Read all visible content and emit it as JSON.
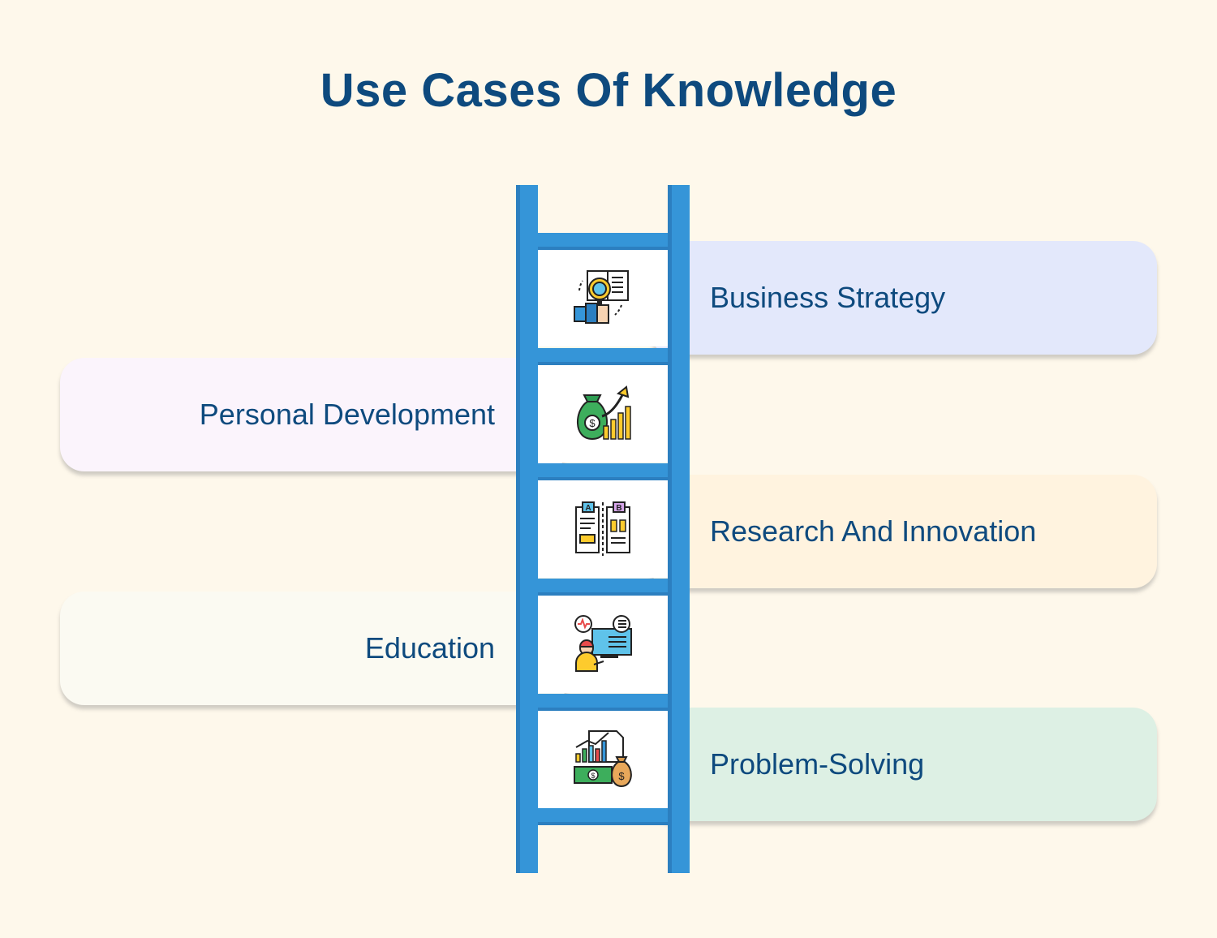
{
  "title": "Use Cases Of Knowledge",
  "colors": {
    "background": "#FEF8EB",
    "title": "#0E4A7E",
    "ladder": "#3595D8"
  },
  "items": [
    {
      "label": "Business Strategy",
      "side": "right",
      "color": "#E3E8FB",
      "icon": "research-magnifier-icon"
    },
    {
      "label": "Personal Development",
      "side": "left",
      "color": "#FBF4FC",
      "icon": "money-growth-icon"
    },
    {
      "label": "Research And Innovation",
      "side": "right",
      "color": "#FFF3DF",
      "icon": "ab-comparison-icon"
    },
    {
      "label": "Education",
      "side": "left",
      "color": "#FBFAF2",
      "icon": "online-learning-icon"
    },
    {
      "label": "Problem-Solving",
      "side": "right",
      "color": "#DDF0E4",
      "icon": "financial-report-icon"
    }
  ]
}
